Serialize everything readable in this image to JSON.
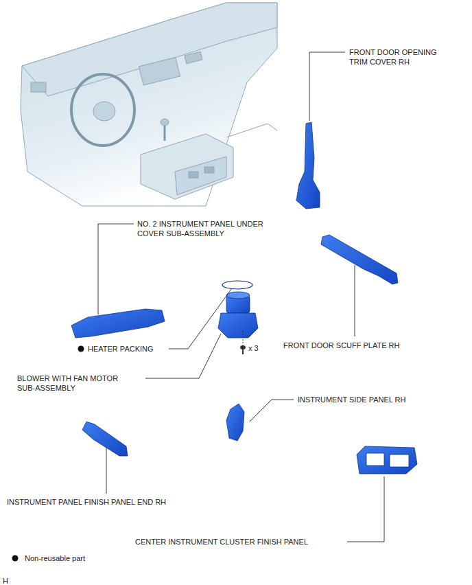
{
  "diagram": {
    "labels": [
      "FRONT DOOR OPENING TRIM COVER RH",
      "NO. 2 INSTRUMENT PANEL UNDER COVER SUB-ASSEMBLY",
      "HEATER PACKING",
      "x 3",
      "FRONT DOOR SCUFF PLATE RH",
      "BLOWER WITH FAN MOTOR SUB-ASSEMBLY",
      "INSTRUMENT SIDE PANEL RH",
      "INSTRUMENT PANEL FINISH PANEL END RH",
      "CENTER INSTRUMENT CLUSTER FINISH PANEL",
      "H"
    ],
    "legend": [
      {
        "text": "Non-reusable part"
      }
    ]
  }
}
